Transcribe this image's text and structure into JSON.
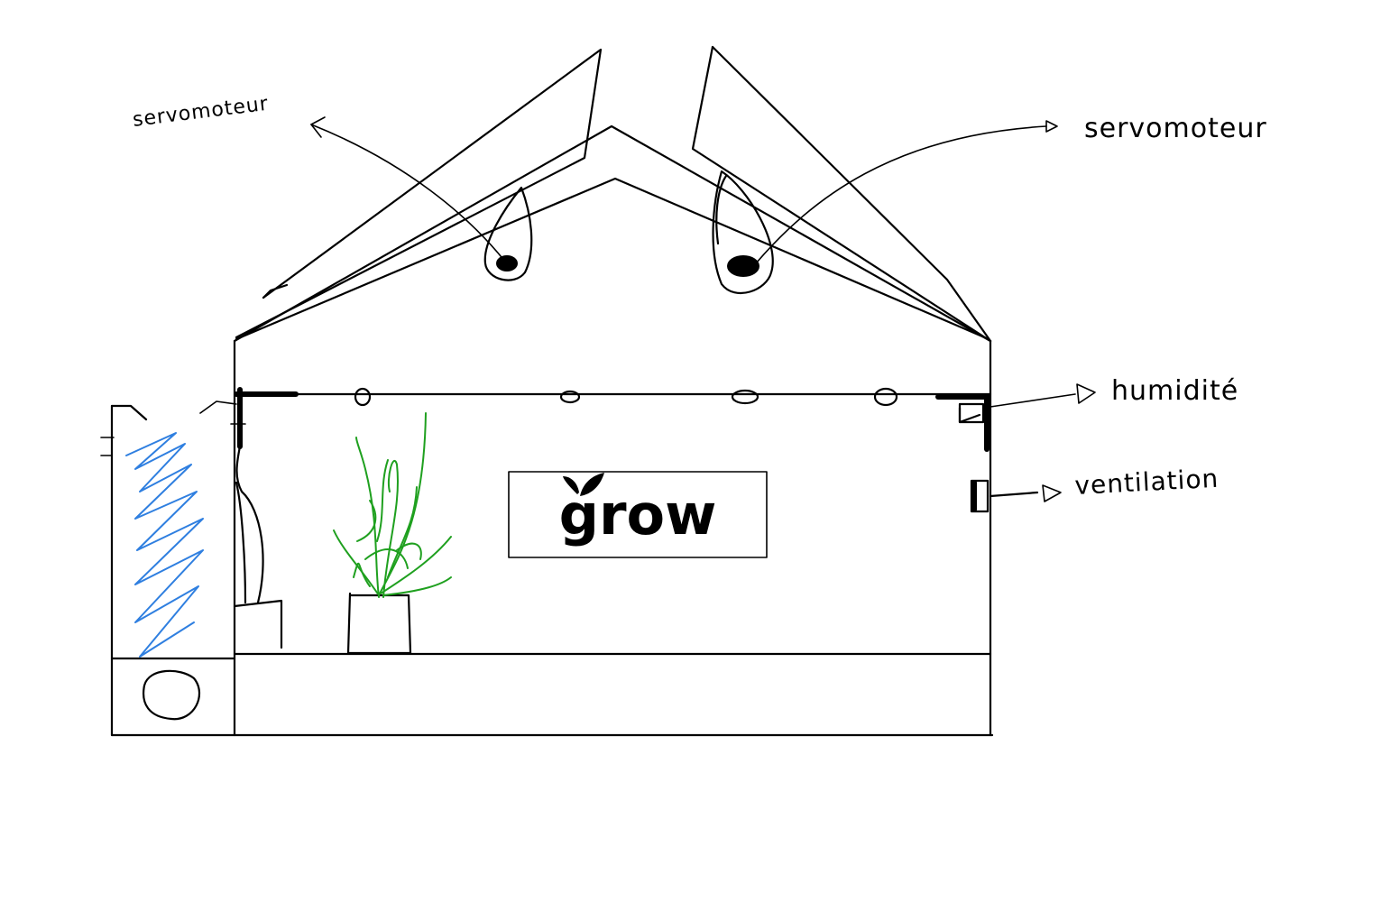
{
  "labels": {
    "servo_left": "servomoteur",
    "servo_right": "servomoteur",
    "humidity": "humidité",
    "ventilation": "ventilation"
  },
  "logo": {
    "text": "grow",
    "icon": "leaf-icon"
  },
  "colors": {
    "ink": "#000000",
    "plant": "#1fa01f",
    "water": "#2f7fe0",
    "background": "#ffffff"
  }
}
